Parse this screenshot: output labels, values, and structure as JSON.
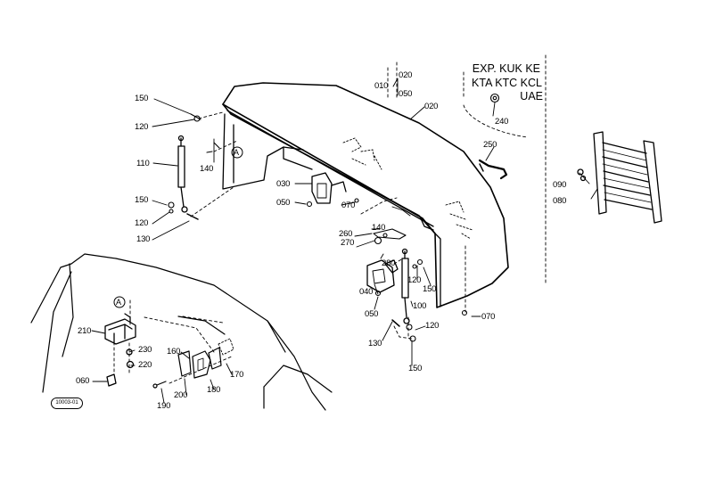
{
  "variant_note": {
    "line1": "EXP. KUK KE",
    "line2": "KTA KTC KCL",
    "line3": "UAE"
  },
  "figure_code": "10003-01",
  "callout_letter": "A",
  "part_labels": [
    {
      "key": "p010",
      "text": "010"
    },
    {
      "key": "p020a",
      "text": "020"
    },
    {
      "key": "p050a",
      "text": "050"
    },
    {
      "key": "p020b",
      "text": "020"
    },
    {
      "key": "p240",
      "text": "240"
    },
    {
      "key": "p150a",
      "text": "150"
    },
    {
      "key": "p120a",
      "text": "120"
    },
    {
      "key": "p110",
      "text": "110"
    },
    {
      "key": "p140a",
      "text": "140"
    },
    {
      "key": "p150b",
      "text": "150"
    },
    {
      "key": "p120b",
      "text": "120"
    },
    {
      "key": "p130a",
      "text": "130"
    },
    {
      "key": "p030",
      "text": "030"
    },
    {
      "key": "p050b",
      "text": "050"
    },
    {
      "key": "p070a",
      "text": "070"
    },
    {
      "key": "p250",
      "text": "250"
    },
    {
      "key": "p090",
      "text": "090"
    },
    {
      "key": "p080",
      "text": "080"
    },
    {
      "key": "p140b",
      "text": "140"
    },
    {
      "key": "p260",
      "text": "260"
    },
    {
      "key": "p270",
      "text": "270"
    },
    {
      "key": "p280",
      "text": "280"
    },
    {
      "key": "p120c",
      "text": "120"
    },
    {
      "key": "p150c",
      "text": "150"
    },
    {
      "key": "p040",
      "text": "040"
    },
    {
      "key": "p050c",
      "text": "050"
    },
    {
      "key": "p100",
      "text": "100"
    },
    {
      "key": "p070b",
      "text": "070"
    },
    {
      "key": "p130b",
      "text": "130"
    },
    {
      "key": "p120d",
      "text": "120"
    },
    {
      "key": "p150d",
      "text": "150"
    },
    {
      "key": "p210",
      "text": "210"
    },
    {
      "key": "p230",
      "text": "230"
    },
    {
      "key": "p220",
      "text": "220"
    },
    {
      "key": "p160",
      "text": "160"
    },
    {
      "key": "p060",
      "text": "060"
    },
    {
      "key": "p170",
      "text": "170"
    },
    {
      "key": "p180",
      "text": "180"
    },
    {
      "key": "p200",
      "text": "200"
    },
    {
      "key": "p190",
      "text": "190"
    }
  ]
}
